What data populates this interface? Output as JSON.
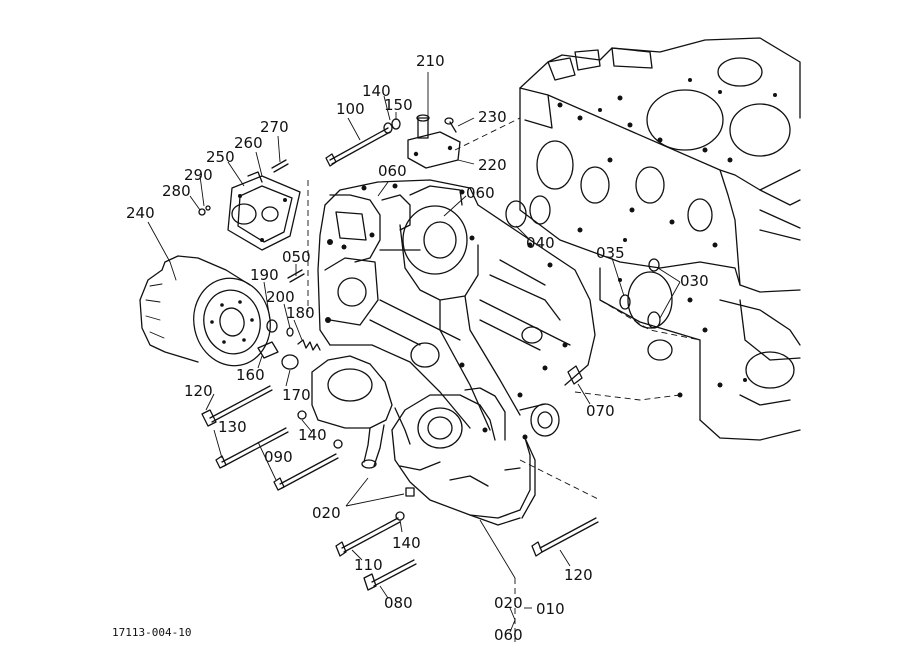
{
  "drawing_number": "17113-004-10",
  "parts": [
    {
      "id": "p210",
      "label": "210"
    },
    {
      "id": "p140a",
      "label": "140"
    },
    {
      "id": "p150",
      "label": "150"
    },
    {
      "id": "p100",
      "label": "100"
    },
    {
      "id": "p230",
      "label": "230"
    },
    {
      "id": "p270",
      "label": "270"
    },
    {
      "id": "p260",
      "label": "260"
    },
    {
      "id": "p250",
      "label": "250"
    },
    {
      "id": "p220",
      "label": "220"
    },
    {
      "id": "p290",
      "label": "290"
    },
    {
      "id": "p060a",
      "label": "060"
    },
    {
      "id": "p060b",
      "label": "060"
    },
    {
      "id": "p280",
      "label": "280"
    },
    {
      "id": "p240",
      "label": "240"
    },
    {
      "id": "p040",
      "label": "040"
    },
    {
      "id": "p050",
      "label": "050"
    },
    {
      "id": "p035",
      "label": "035"
    },
    {
      "id": "p030",
      "label": "030"
    },
    {
      "id": "p190",
      "label": "190"
    },
    {
      "id": "p200",
      "label": "200"
    },
    {
      "id": "p180",
      "label": "180"
    },
    {
      "id": "p160",
      "label": "160"
    },
    {
      "id": "p170",
      "label": "170"
    },
    {
      "id": "p120a",
      "label": "120"
    },
    {
      "id": "p070",
      "label": "070"
    },
    {
      "id": "p130",
      "label": "130"
    },
    {
      "id": "p140b",
      "label": "140"
    },
    {
      "id": "p090",
      "label": "090"
    },
    {
      "id": "p020a",
      "label": "020"
    },
    {
      "id": "p140c",
      "label": "140"
    },
    {
      "id": "p110",
      "label": "110"
    },
    {
      "id": "p120b",
      "label": "120"
    },
    {
      "id": "p080",
      "label": "080"
    },
    {
      "id": "p020b",
      "label": "020"
    },
    {
      "id": "p010",
      "label": "010"
    },
    {
      "id": "p060c",
      "label": "060"
    }
  ]
}
